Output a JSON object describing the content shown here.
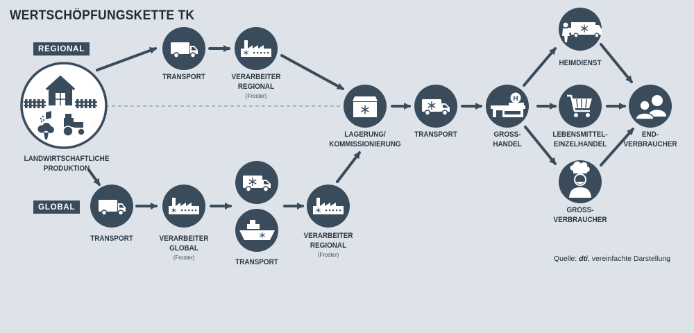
{
  "title": "WERTSCHÖPFUNGSKETTE TK",
  "tags": {
    "regional": "REGIONAL",
    "global": "GLOBAL"
  },
  "nodes": {
    "production": {
      "line1": "LANDWIRTSCHAFTLICHE",
      "line2": "PRODUKTION"
    },
    "transport_regional": {
      "line1": "TRANSPORT"
    },
    "processor_regional_top": {
      "line1": "VERARBEITER",
      "line2": "REGIONAL",
      "note": "(Froster)"
    },
    "storage": {
      "line1": "LAGERUNG/",
      "line2": "KOMMISSIONIERUNG"
    },
    "transport_center": {
      "line1": "TRANSPORT"
    },
    "wholesale": {
      "line1": "GROSS-",
      "line2": "HANDEL"
    },
    "home_service": {
      "line1": "HEIMDIENST"
    },
    "retail": {
      "line1": "LEBENSMITTEL-",
      "line2": "EINZELHANDEL"
    },
    "bulk_consumer": {
      "line1": "GROSS-",
      "line2": "VERBRAUCHER"
    },
    "end_consumer": {
      "line1": "END-",
      "line2": "VERBRAUCHER"
    },
    "transport_global": {
      "line1": "TRANSPORT"
    },
    "processor_global": {
      "line1": "VERARBEITER",
      "line2": "GLOBAL",
      "note": "(Froster)"
    },
    "transport_global_2": {
      "line1": "TRANSPORT"
    },
    "processor_regional_bottom": {
      "line1": "VERARBEITER",
      "line2": "REGIONAL",
      "note": "(Froster)"
    }
  },
  "source": {
    "prefix": "Quelle: ",
    "name": "dti",
    "suffix": ", vereinfachte Darstellung"
  },
  "colors": {
    "circle": "#3a4b5c",
    "arrow": "#3a4b5c",
    "background": "#dde3e9",
    "label": "#2a3743"
  }
}
